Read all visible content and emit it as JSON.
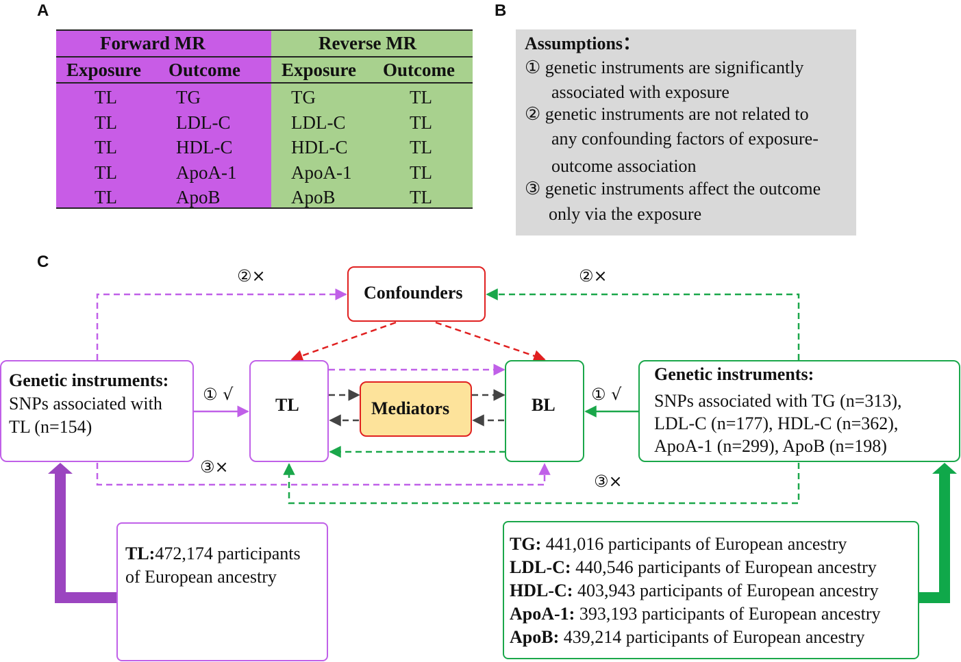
{
  "panels": {
    "a": "A",
    "b": "B",
    "c": "C"
  },
  "table": {
    "forward_header": "Forward MR",
    "reverse_header": "Reverse MR",
    "exposure_label": "Exposure",
    "outcome_label": "Outcome",
    "forward_rows": [
      [
        "TL",
        "TG"
      ],
      [
        "TL",
        "LDL-C"
      ],
      [
        "TL",
        "HDL-C"
      ],
      [
        "TL",
        "ApoA-1"
      ],
      [
        "TL",
        "ApoB"
      ]
    ],
    "reverse_rows": [
      [
        "TG",
        "TL"
      ],
      [
        "LDL-C",
        "TL"
      ],
      [
        "HDL-C",
        "TL"
      ],
      [
        "ApoA-1",
        "TL"
      ],
      [
        "ApoB",
        "TL"
      ]
    ],
    "colors": {
      "forward": "#c85ce6",
      "reverse": "#a8d18e"
    }
  },
  "assumptions": {
    "title": "Assumptions：",
    "lines": [
      "① genetic instruments are significantly",
      "associated with exposure",
      "② genetic instruments are not related to",
      "any confounding factors of exposure-",
      "outcome association",
      "③ genetic instruments affect the outcome",
      "only via the exposure"
    ]
  },
  "diagram": {
    "confounders": "Confounders",
    "mediators": "Mediators",
    "tl": "TL",
    "bl": "BL",
    "left_gi": {
      "title": "Genetic instruments:",
      "lines": [
        "SNPs associated with",
        "TL (n=154)"
      ]
    },
    "right_gi": {
      "title": "Genetic instruments:",
      "lines": [
        "SNPs associated with TG (n=313),",
        "LDL-C (n=177), HDL-C (n=362),",
        "ApoA-1 (n=299), ApoB (n=198)"
      ]
    },
    "marks": {
      "left_2": "②×",
      "right_2": "②×",
      "left_1": "① √",
      "right_1": "① √",
      "left_3": "③×",
      "right_3": "③×"
    },
    "tl_source": {
      "label": "TL:",
      "text": "472,174 participants",
      "text2": "of European ancestry"
    },
    "bl_sources": [
      {
        "label": "TG:",
        "text": " 441,016 participants of European ancestry"
      },
      {
        "label": "LDL-C:",
        "text": " 440,546 participants of European ancestry"
      },
      {
        "label": "HDL-C:",
        "text": " 403,943 participants of European ancestry"
      },
      {
        "label": "ApoA-1:",
        "text": " 393,193 participants of European ancestry"
      },
      {
        "label": "ApoB:",
        "text": " 439,214 participants of European ancestry"
      }
    ],
    "colors": {
      "purple": "#c060e8",
      "green": "#1aa74a",
      "red": "#e02020",
      "mediator_fill": "#fde39b",
      "dark": "#444444",
      "thick_purple": "#9b45c0",
      "thick_green": "#10a84a"
    }
  }
}
